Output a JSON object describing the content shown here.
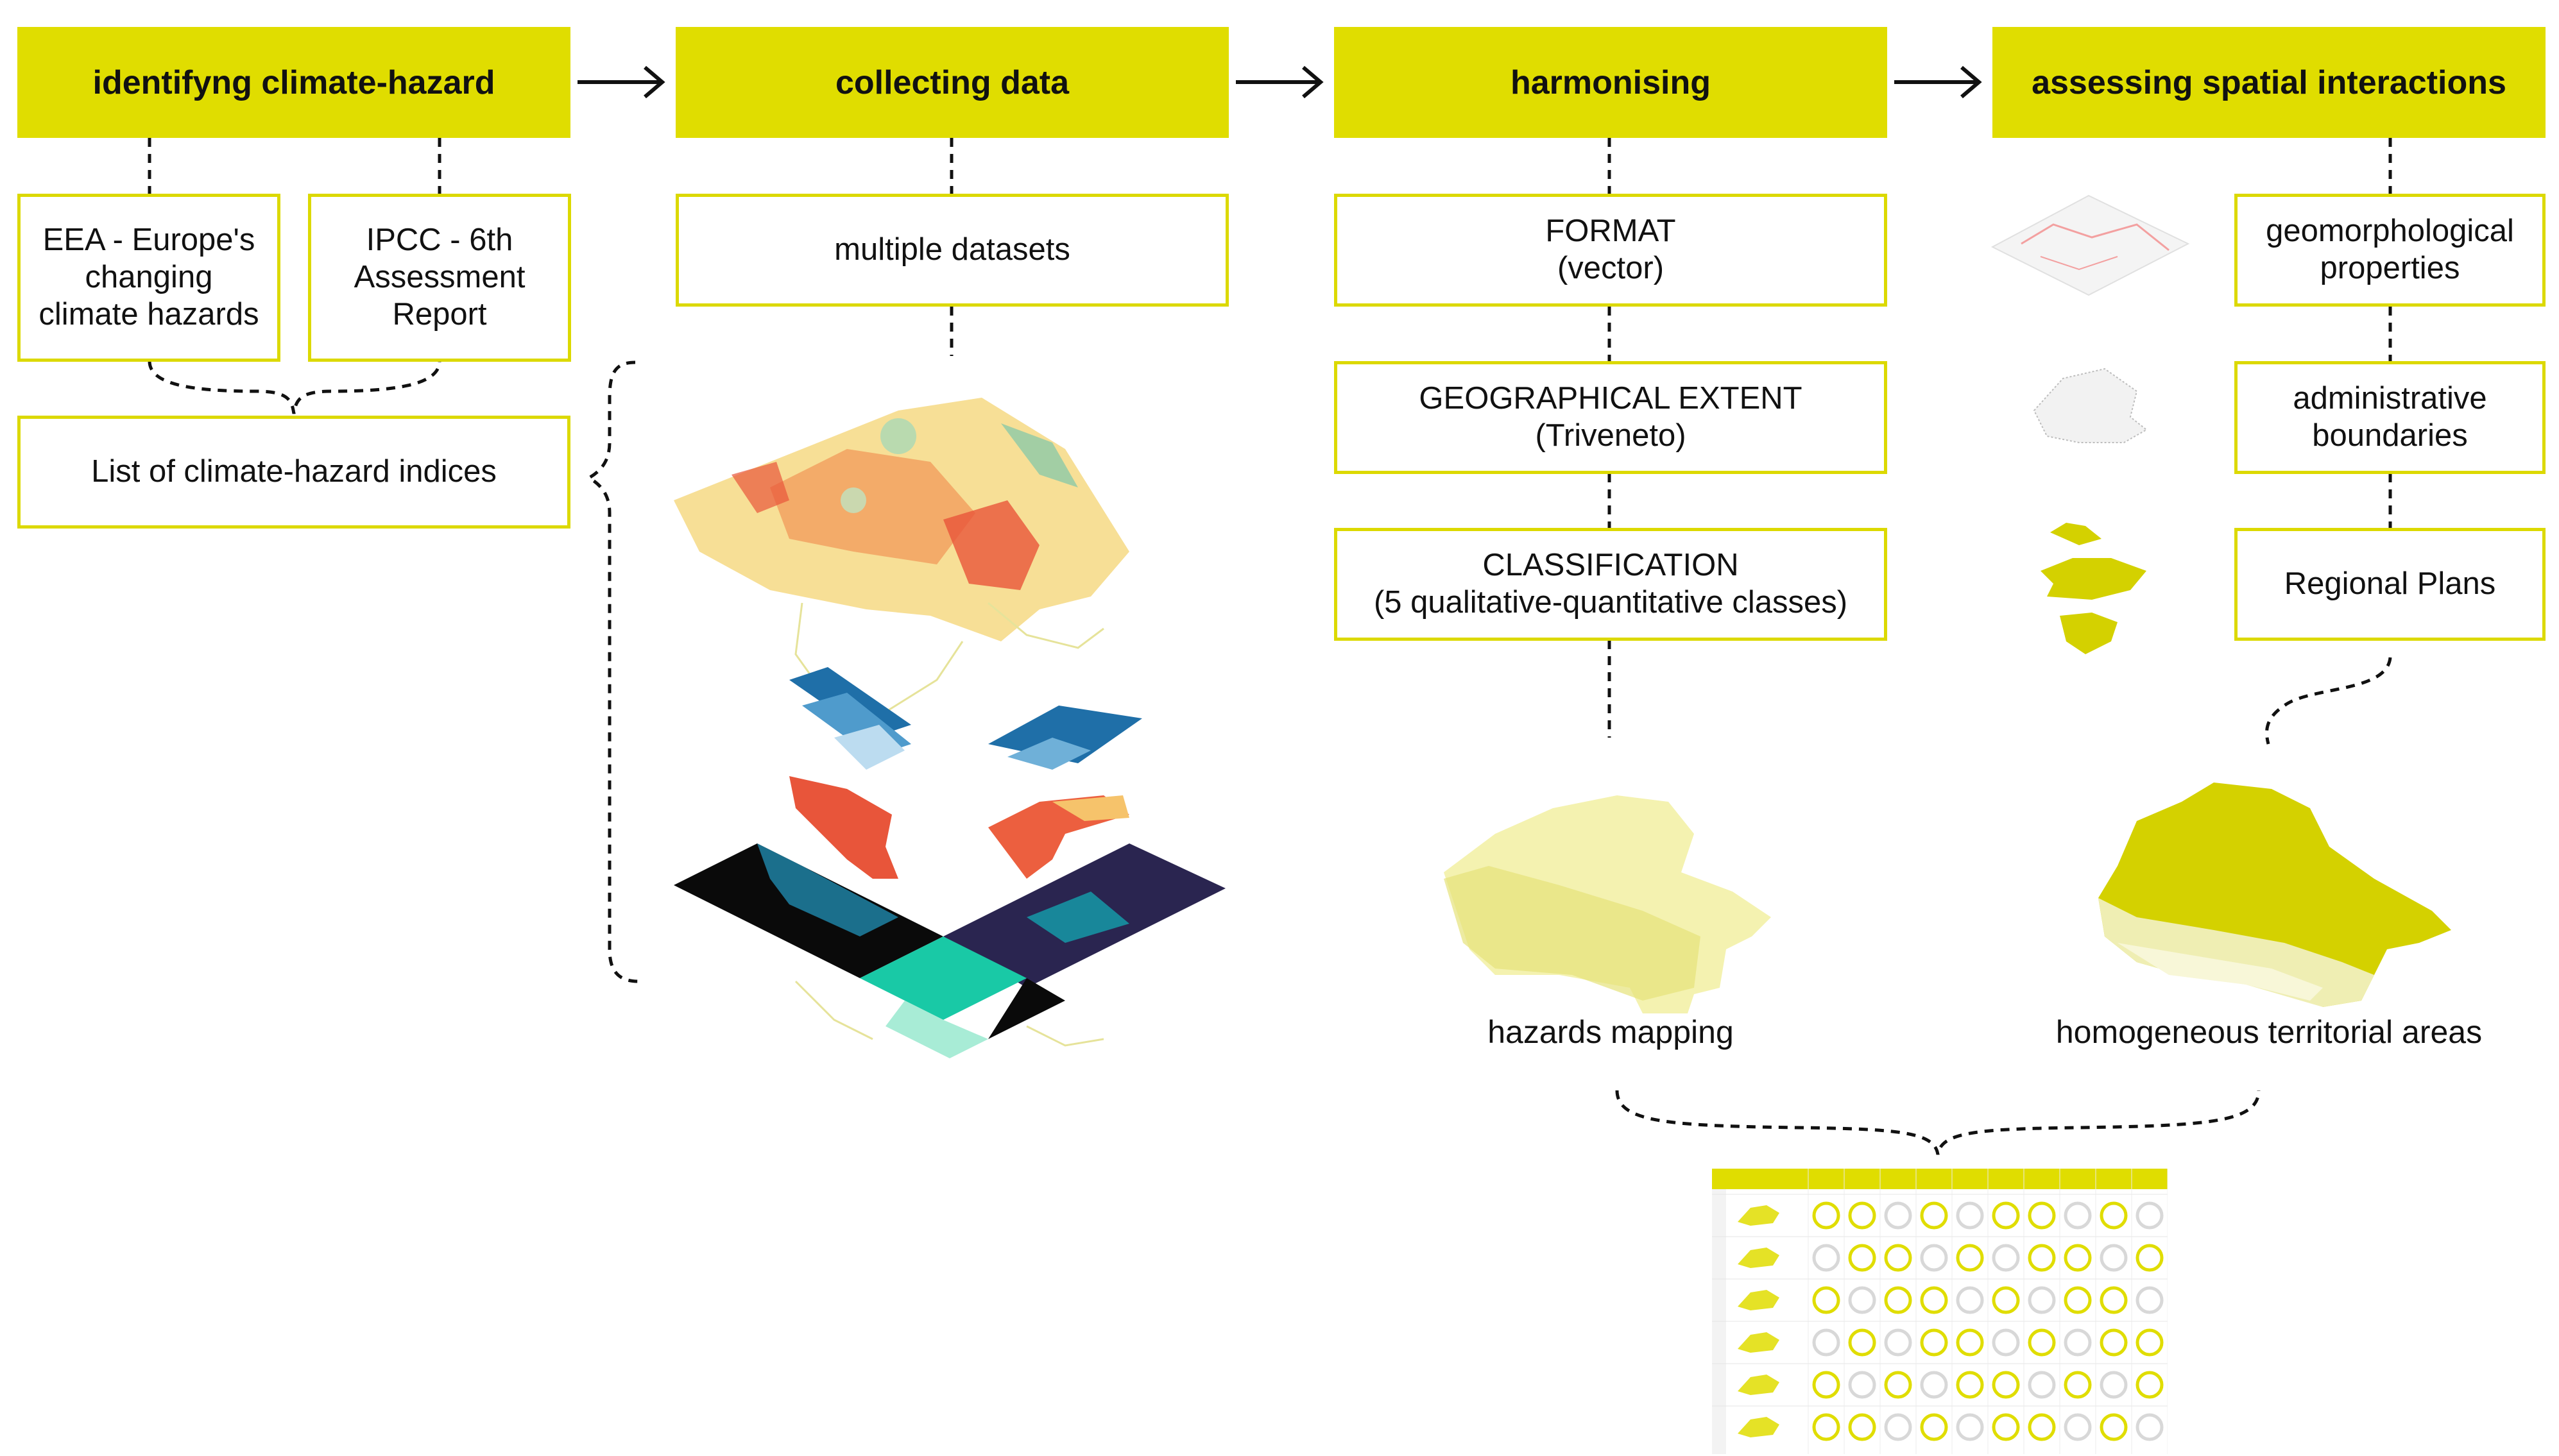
{
  "steps": [
    {
      "label": "identifyng climate-hazard"
    },
    {
      "label": "collecting data"
    },
    {
      "label": "harmonising"
    },
    {
      "label": "assessing spatial interactions"
    }
  ],
  "sources": {
    "eea": "EEA - Europe's\nchanging\nclimate hazards",
    "ipcc": "IPCC - 6th\nAssessment\nReport",
    "indices": "List of climate-hazard indices"
  },
  "collecting": {
    "datasets": "multiple datasets"
  },
  "harmonising": {
    "format": "FORMAT\n(vector)",
    "extent": "GEOGRAPHICAL EXTENT\n(Triveneto)",
    "classification": "CLASSIFICATION\n(5 qualitative-quantitative classes)",
    "result": "hazards mapping"
  },
  "spatial": {
    "geomorph": "geomorphological\nproperties",
    "admin": "administrative\nboundaries",
    "plans": "Regional Plans",
    "result": "homogeneous territorial areas"
  },
  "colors": {
    "accent": "#e0dd00",
    "border": "#dcd900",
    "heat": "#e8553a",
    "cold": "#1f6fa8",
    "teal": "#19c9a6",
    "dark": "#2a2550"
  }
}
